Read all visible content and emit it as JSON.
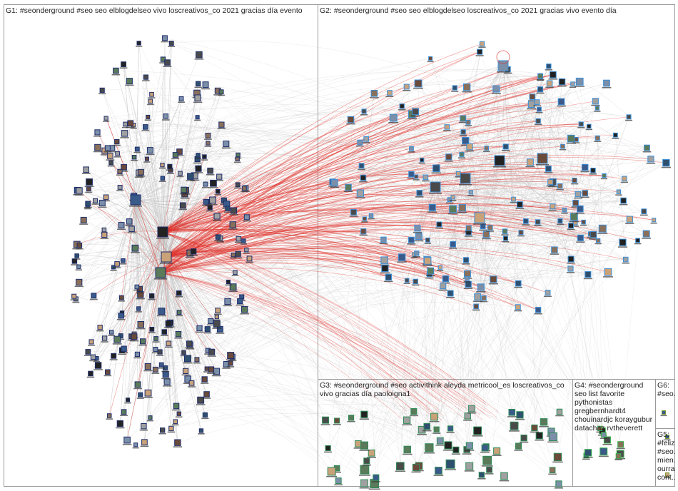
{
  "groups": [
    {
      "id": "G1",
      "label": "G1: #seonderground #seo seo elblogdelseo vivo loscreativos_co 2021 gracias día evento"
    },
    {
      "id": "G2",
      "label": "G2: #seonderground #seo seo elblogdelseo loscreativos_co 2021 gracias vivo evento día"
    },
    {
      "id": "G3",
      "label": "G3: #seonderground #seo activithink aleyda metricool_es loscreativos_co vivo gracias día paoloigna1"
    },
    {
      "id": "G4",
      "label": "G4: #seonderground seo list favorite pythonistas gregbernhardt4 chouinardjc koraygubur datachaz rvtheverett"
    },
    {
      "id": "G6",
      "label": "G6: #seo..."
    },
    {
      "id": "G5",
      "label": "G5: #feliz... #seo... mien... ourra... cont..."
    }
  ],
  "colors": {
    "background": "#ffffff",
    "panel_border": "#9a9a9a",
    "edge_gray": "#c4c4c4",
    "edge_red": "#e0302a",
    "g1_node_border": "#1f2f6b",
    "g2_node_border": "#3d8fd8",
    "g3_node_border": "#2e8b57",
    "g4_node_border": "#35b04a",
    "g5_node_border": "#7a9a30"
  }
}
